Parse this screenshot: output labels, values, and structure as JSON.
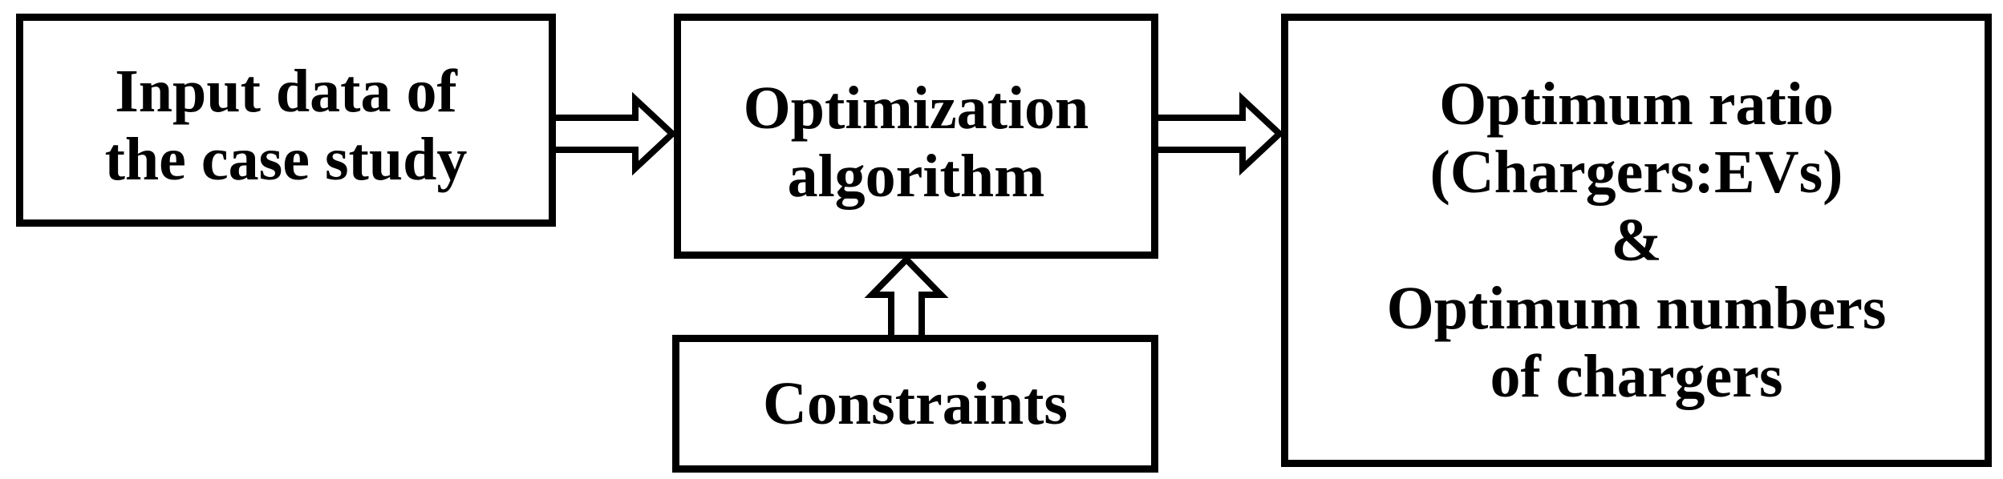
{
  "diagram": {
    "type": "flowchart",
    "colors": {
      "background": "#ffffff",
      "node_fill": "#ffffff",
      "node_border": "#000000",
      "text": "#000000",
      "arrow_fill": "#ffffff",
      "arrow_outline": "#000000"
    },
    "nodes": {
      "input": {
        "id": "input-data",
        "lines": [
          "Input data of",
          "the case study"
        ]
      },
      "algorithm": {
        "id": "optimization-algorithm",
        "lines": [
          "Optimization",
          "algorithm"
        ]
      },
      "output": {
        "id": "optimum-results",
        "lines": [
          "Optimum ratio",
          "(Chargers:EVs)",
          "&",
          "Optimum numbers",
          "of chargers"
        ]
      },
      "constraints": {
        "id": "constraints",
        "lines": [
          "Constraints"
        ]
      }
    },
    "connections": [
      {
        "from": "input-data",
        "to": "optimization-algorithm",
        "style": "hollow-block-arrow",
        "direction": "right"
      },
      {
        "from": "optimization-algorithm",
        "to": "optimum-results",
        "style": "hollow-block-arrow",
        "direction": "right"
      },
      {
        "from": "constraints",
        "to": "optimization-algorithm",
        "style": "hollow-block-arrow",
        "direction": "up"
      }
    ]
  }
}
